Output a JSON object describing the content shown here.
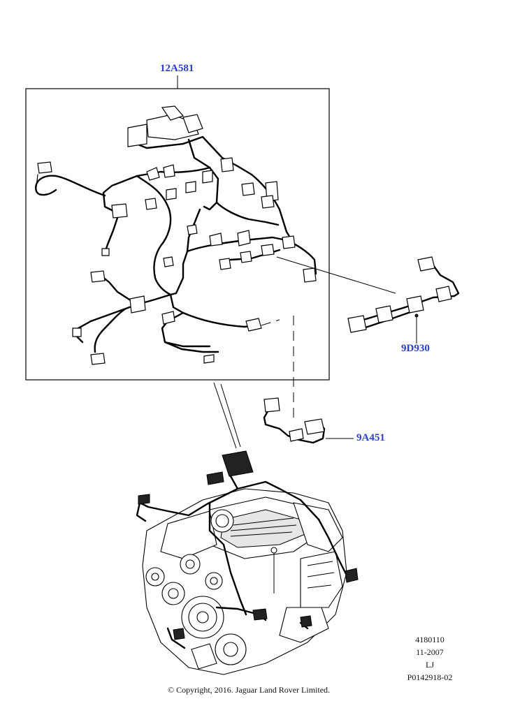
{
  "callouts": {
    "harness_main": "12A581",
    "harness_injector": "9D930",
    "harness_jumper": "9A451"
  },
  "meta": {
    "line1": "4180110",
    "line2": "11-2007",
    "line3": "LJ",
    "line4": "P0142918-02"
  },
  "copyright": "© Copyright, 2016. Jaguar Land Rover Limited.",
  "colors": {
    "callout": "#2b3fc8",
    "line": "#000000",
    "background": "#ffffff"
  }
}
